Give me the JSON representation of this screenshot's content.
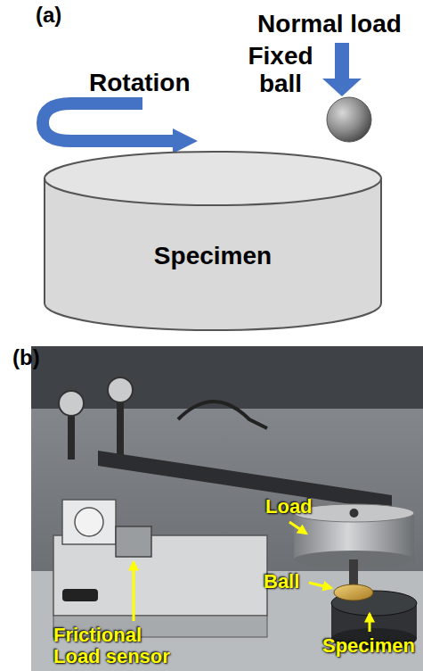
{
  "diagram": {
    "nodes": [
      {
        "text": [
          "Specimen"
        ]
      }
    ],
    "labels": [
      "(a)",
      "Normal load",
      "Rotation",
      "Fixed ball",
      "(b)",
      "Load",
      "Ball",
      "Specimen",
      "Frictional Load sensor"
    ]
  }
}
